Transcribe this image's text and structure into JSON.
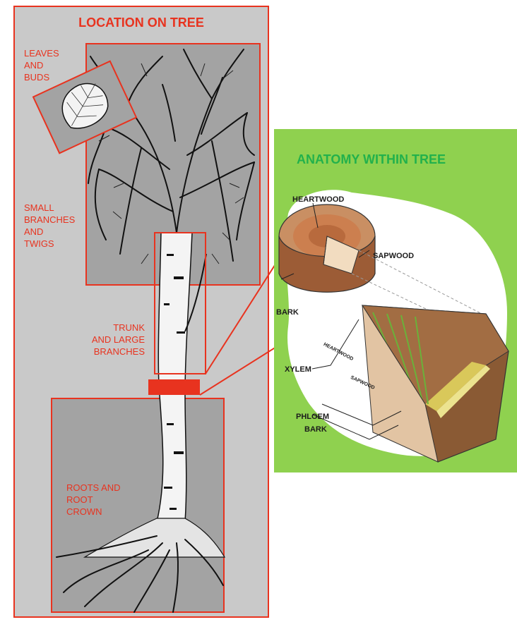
{
  "location_panel": {
    "title": "LOCATION ON TREE",
    "leaves_label": [
      "LEAVES",
      "AND",
      "BUDS"
    ],
    "branches_label": [
      "SMALL",
      "BRANCHES",
      "AND",
      "TWIGS"
    ],
    "trunk_label": [
      "TRUNK",
      "AND LARGE",
      "BRANCHES"
    ],
    "roots_label": [
      "ROOTS AND",
      "ROOT",
      "CROWN"
    ]
  },
  "anatomy_panel": {
    "title": "ANATOMY WITHIN TREE",
    "labels": {
      "heartwood": "HEARTWOOD",
      "sapwood": "SAPWOOD",
      "bark": "BARK",
      "xylem": "XYLEM",
      "heartwood_small": "HEARTWOOD",
      "sapwood_small": "SAPWOOD",
      "phloem": "PHLOEM",
      "bark_lower": "BARK"
    }
  },
  "colors": {
    "accent_red": "#e8331f",
    "title_green": "#22b14c",
    "panel_gray": "#c9c9c9",
    "panel_green": "#8fd14f"
  }
}
